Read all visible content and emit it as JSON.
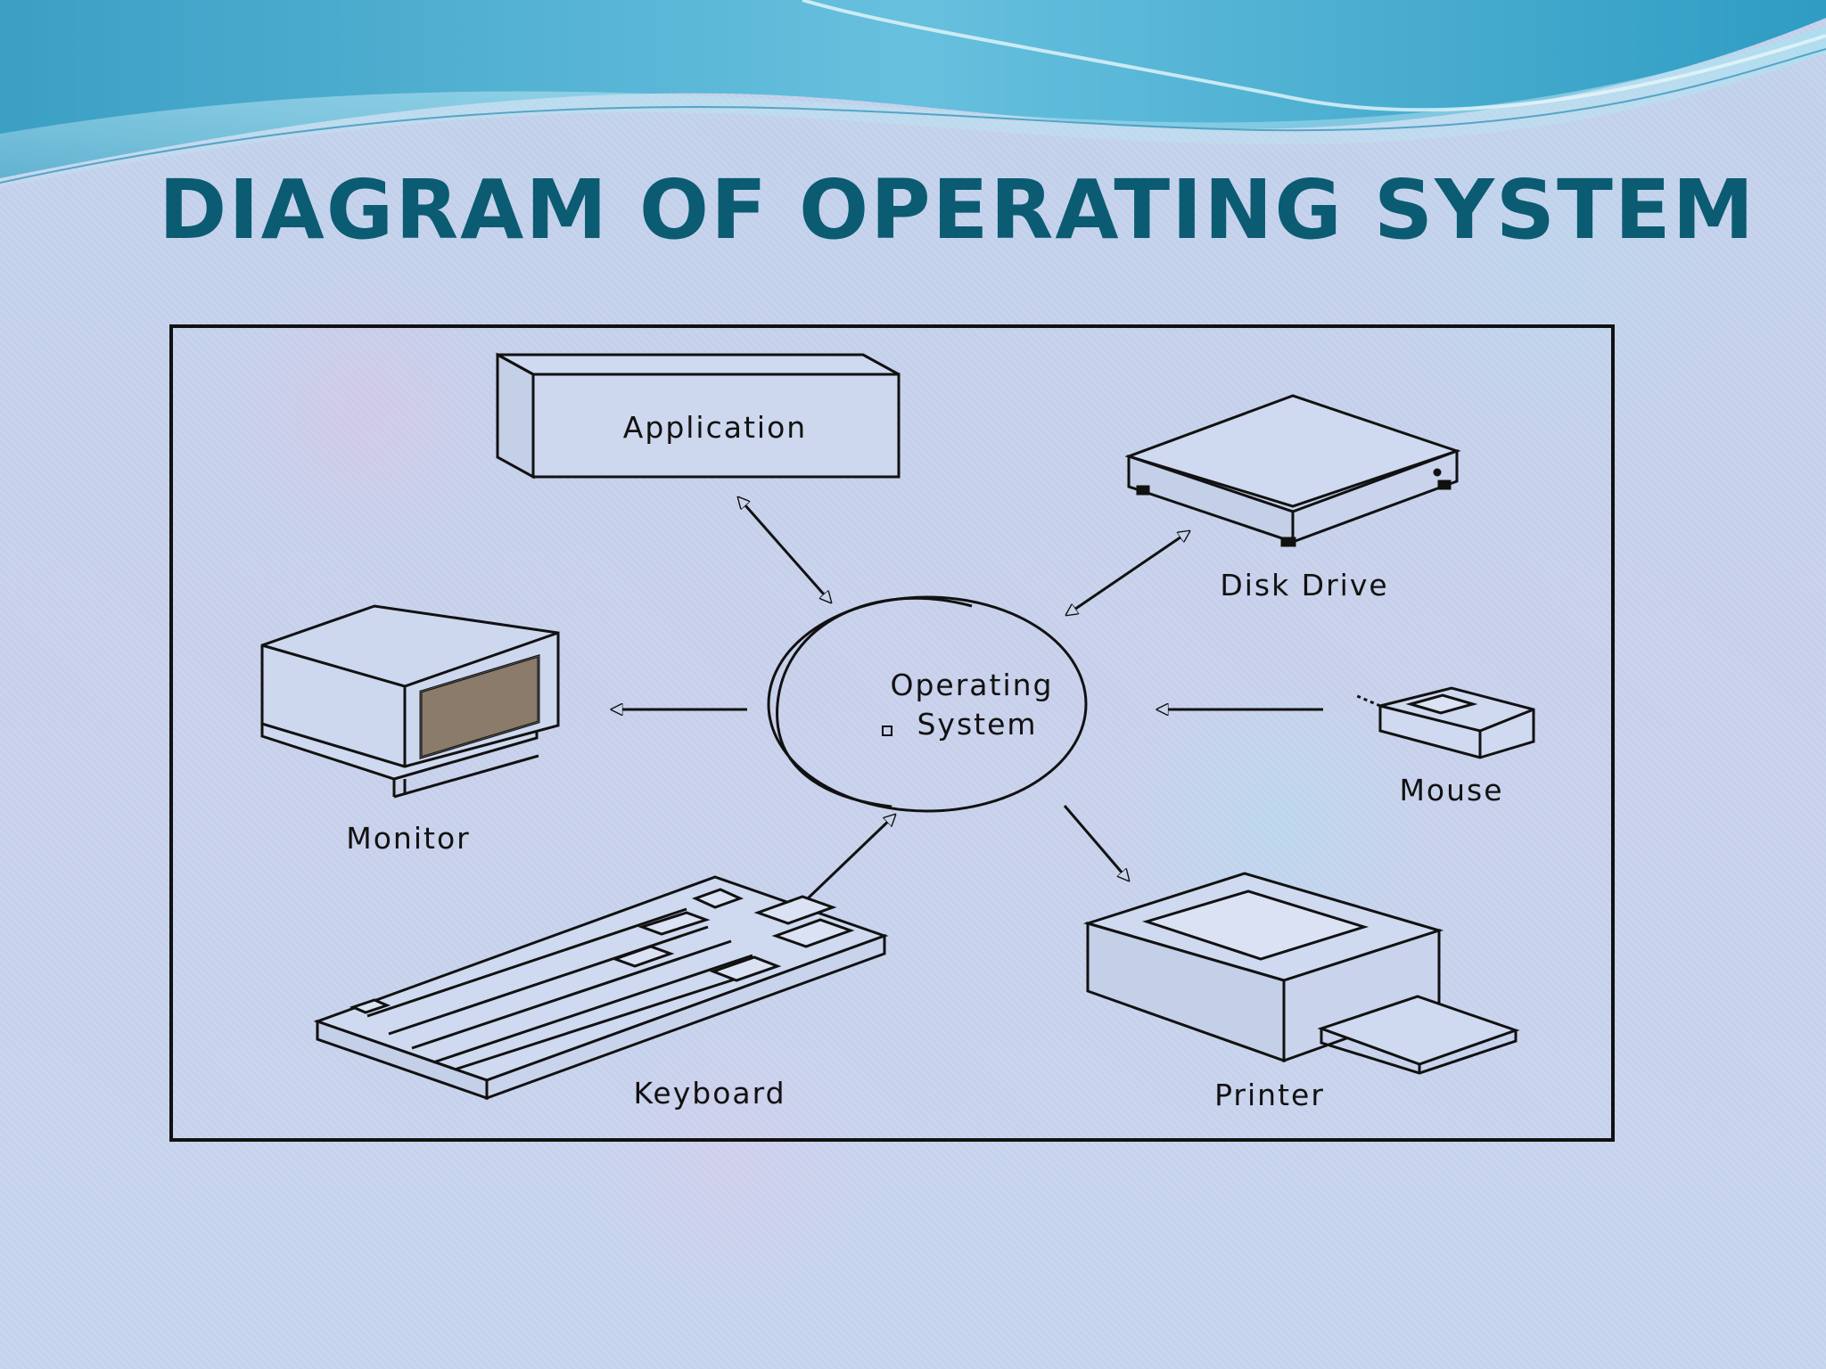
{
  "slide": {
    "title": "DIAGRAM OF OPERATING SYSTEM"
  },
  "diagram": {
    "center": {
      "label_line1": "Operating",
      "label_line2": "System"
    },
    "nodes": {
      "application": "Application",
      "disk_drive": "Disk Drive",
      "monitor": "Monitor",
      "mouse": "Mouse",
      "keyboard": "Keyboard",
      "printer": "Printer"
    },
    "connections": [
      {
        "from": "application",
        "to": "operating-system",
        "direction": "both"
      },
      {
        "from": "disk_drive",
        "to": "operating-system",
        "direction": "both"
      },
      {
        "from": "operating-system",
        "to": "monitor",
        "direction": "one-way"
      },
      {
        "from": "mouse",
        "to": "operating-system",
        "direction": "one-way"
      },
      {
        "from": "keyboard",
        "to": "operating-system",
        "direction": "one-way"
      },
      {
        "from": "operating-system",
        "to": "printer",
        "direction": "one-way"
      }
    ]
  },
  "colors": {
    "title": "#0b5b72",
    "background": "#c6d3ea",
    "wave_dark": "#3aa3c6",
    "wave_light": "#8fd3ea"
  }
}
